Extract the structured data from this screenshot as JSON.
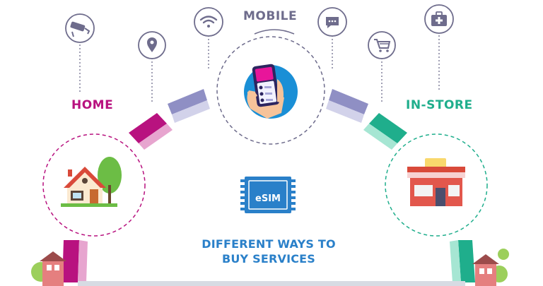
{
  "labels": {
    "home": "HOME",
    "mobile": "MOBILE",
    "in_store": "IN-STORE",
    "chip": "eSIM",
    "headline_line1": "DIFFERENT WAYS TO",
    "headline_line2": "BUY SERVICES"
  },
  "icons": [
    "security-camera-icon",
    "location-pin-icon",
    "wifi-icon",
    "chat-icon",
    "shopping-cart-icon",
    "medical-kit-icon"
  ],
  "colors": {
    "home_accent": "#b8127f",
    "in_store_accent": "#1fae8c",
    "mobile_label": "#6e6c8c",
    "headline": "#2a80c9",
    "chip": "#2a80c9",
    "arc_purple": "#8f8fc4"
  }
}
